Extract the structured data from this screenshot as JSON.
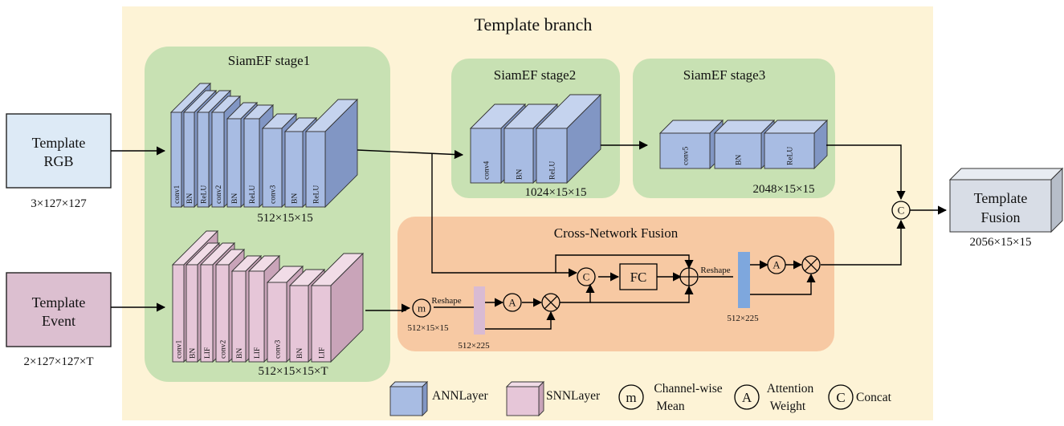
{
  "template_branch_title": "Template branch",
  "inputs": {
    "rgb": {
      "label_line1": "Template",
      "label_line2": "RGB",
      "dims": "3×127×127"
    },
    "event": {
      "label_line1": "Template",
      "label_line2": "Event",
      "dims": "2×127×127×T"
    }
  },
  "stage1": {
    "title": "SiamEF stage1",
    "ann_layers": [
      "conv1",
      "BN",
      "ReLU",
      "conv2",
      "BN",
      "ReLU",
      "conv3",
      "BN",
      "ReLU"
    ],
    "ann_dims": "512×15×15",
    "snn_layers": [
      "conv1",
      "BN",
      "LIF",
      "conv2",
      "BN",
      "LIF",
      "conv3",
      "BN",
      "LIF"
    ],
    "snn_dims": "512×15×15×T"
  },
  "stage2": {
    "title": "SiamEF stage2",
    "layers": [
      "conv4",
      "BN",
      "ReLU"
    ],
    "dims": "1024×15×15"
  },
  "stage3": {
    "title": "SiamEF stage3",
    "layers": [
      "conv5",
      "BN",
      "ReLU"
    ],
    "dims": "2048×15×15"
  },
  "fusion": {
    "title": "Cross-Network Fusion",
    "mean_symbol": "m",
    "attention_symbol": "A",
    "concat_symbol": "C",
    "reshape_label": "Reshape",
    "mean_dims": "512×15×15",
    "left_bar_dims": "512×225",
    "right_bar_dims": "512×225",
    "fc_label": "FC"
  },
  "output": {
    "label_line1": "Template",
    "label_line2": "Fusion",
    "dims": "2056×15×15",
    "concat_symbol": "C"
  },
  "legend": {
    "ann": "ANNLayer",
    "snn": "SNNLayer",
    "mean_symbol": "m",
    "mean_line1": "Channel-wise",
    "mean_line2": "Mean",
    "attention_symbol": "A",
    "attention_line1": "Attention",
    "attention_line2": "Weight",
    "concat_symbol": "C",
    "concat_label": "Concat"
  },
  "colors": {
    "template_bg": "#FDF3D6",
    "stage_bg": "#C8E1B3",
    "fusion_bg": "#F7C9A3",
    "ann_front": "#A8BCE3",
    "ann_top": "#C5D3EE",
    "ann_side": "#8196C4",
    "snn_front": "#E6C6D8",
    "snn_top": "#F1DCE7",
    "snn_side": "#C9A4B9",
    "rgb_box": "#DDEAF6",
    "event_box": "#DCBFD0",
    "output_front": "#D8DDE6",
    "output_top": "#E8ECF2",
    "output_side": "#B7BEC9",
    "reshape_blue": "#7EA7DD",
    "reshape_pink": "#D9BBD3"
  }
}
